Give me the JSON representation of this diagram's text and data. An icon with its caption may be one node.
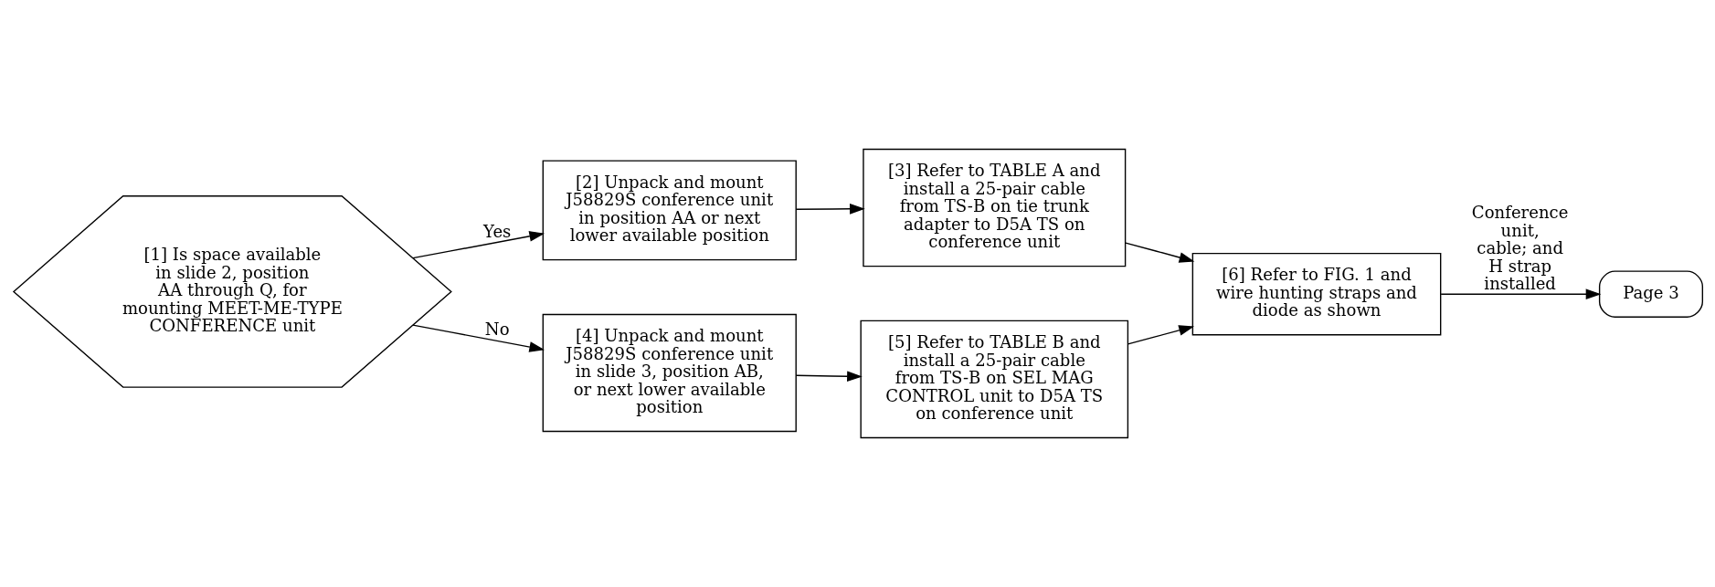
{
  "diagram": {
    "nodes": [
      {
        "text": [
          "[1] Is space available in slide 2, position AA through Q, for mounting MEET-ME-TYPE CONFERENCE unit"
        ]
      },
      {
        "text": [
          "[2] Unpack and mount J58829S conference unit in position AA or next lower available position"
        ]
      },
      {
        "text": [
          "[3] Refer to TABLE A and install a 25-pair cable from TS-B on tie trunk adapter to D5A TS on conference unit"
        ]
      },
      {
        "text": [
          "[6] Refer to FIG. 1 and wire hunting straps and diode as shown"
        ]
      },
      {
        "text": [
          "[4] Unpack and mount J58829S conference unit in slide 3, position AB, or next lower available position"
        ]
      },
      {
        "text": [
          "[5] Refer to TABLE B and install a 25-pair cable from TS-B on SEL MAG CONTROL unit to D5A TS on conference unit"
        ]
      },
      {
        "text": [
          "Page 3"
        ]
      }
    ],
    "edges": [
      {
        "from": 0,
        "to": 1,
        "arrow": "to",
        "label": "Yes"
      },
      {
        "from": 1,
        "to": 2,
        "arrow": "to"
      },
      {
        "from": 2,
        "to": 3,
        "arrow": "to"
      },
      {
        "from": 0,
        "to": 4,
        "arrow": "to",
        "label": "No"
      },
      {
        "from": 4,
        "to": 5,
        "arrow": "to"
      },
      {
        "from": 5,
        "to": 3,
        "arrow": "to"
      },
      {
        "from": 3,
        "to": 6,
        "arrow": "to",
        "label": "Conference unit, cable; and H strap installed"
      }
    ]
  }
}
